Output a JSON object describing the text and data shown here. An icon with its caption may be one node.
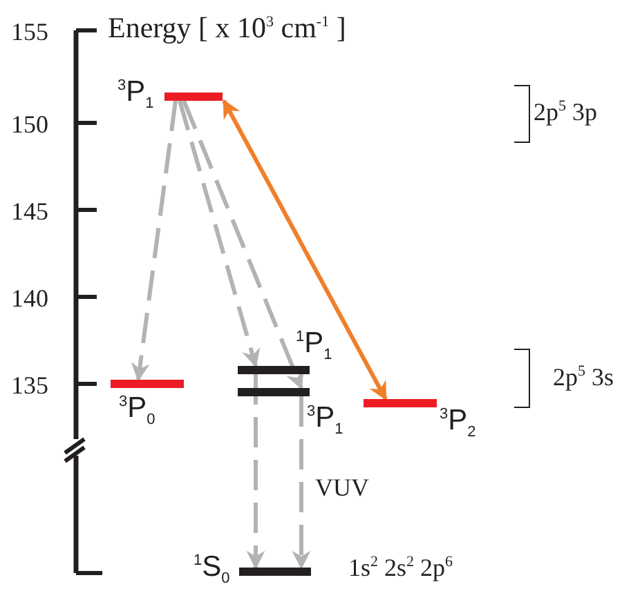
{
  "diagram": {
    "nodes": [
      {
        "text": [
          "$^{3}$P$_{1}$"
        ]
      },
      {
        "text": [
          "$^{3}$P$_{0}$"
        ]
      },
      {
        "text": [
          "$^{1}$P$_{1}$"
        ]
      },
      {
        "text": [
          "$^{3}$P$_{1}$"
        ]
      },
      {
        "text": [
          "$^{3}$P$_{2}$"
        ]
      },
      {
        "text": [
          "$^{1}$S$_{0}$"
        ],
        "beside": [
          "1s$^{2}$ 2s$^{2}$ 2p$^{6}$"
        ]
      }
    ],
    "edges": [
      {
        "from": 0,
        "to": 1,
        "arrow": "to",
        "style": "dashed"
      },
      {
        "from": 0,
        "to": 2,
        "arrow": "to",
        "style": "dashed"
      },
      {
        "from": 0,
        "to": 3,
        "arrow": "to",
        "style": "dashed"
      },
      {
        "from": 2,
        "to": 5,
        "arrow": "to",
        "style": "dashed"
      },
      {
        "from": 3,
        "to": 5,
        "arrow": "to",
        "style": "dashed",
        "label": "VUV"
      },
      {
        "from": 0,
        "to": 4,
        "arrow": "both",
        "color": "#f07f2b"
      }
    ],
    "labels": [
      "155",
      "Energy  [ x 10$^{3}$ cm$^{-1}$ ]",
      "2p$^{5}$ 3p",
      "150",
      "145",
      "140",
      "135",
      "2p$^{5}$ 3s"
    ]
  }
}
